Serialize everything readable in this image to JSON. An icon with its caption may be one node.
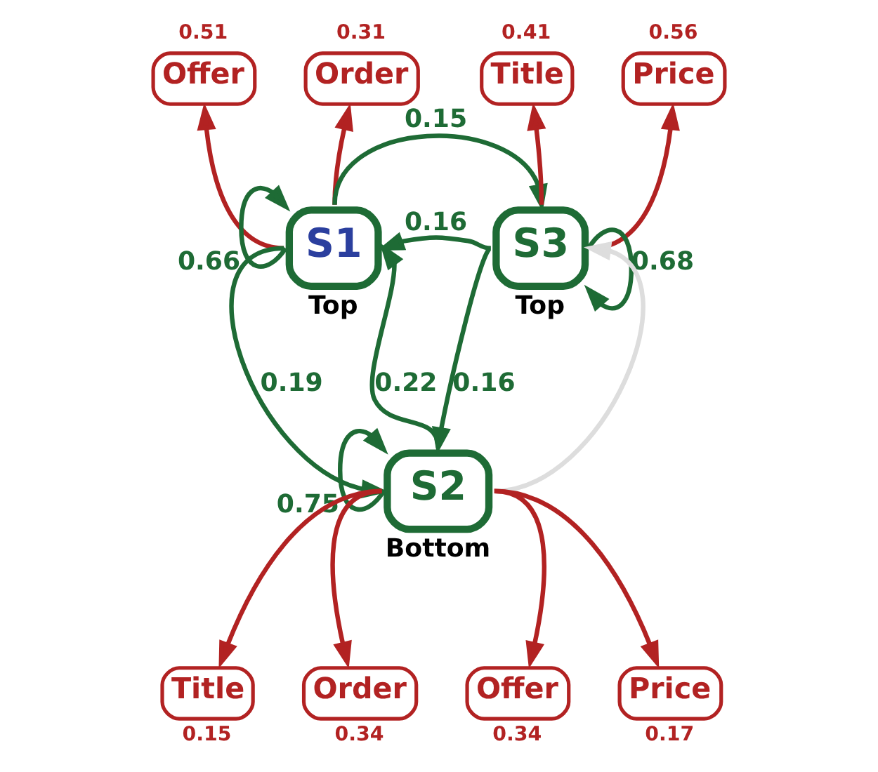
{
  "diagram": {
    "nodes": [
      {
        "text": [
          "Offer"
        ],
        "beside": [
          "0.51"
        ]
      },
      {
        "text": [
          "Order"
        ],
        "beside": [
          "0.31"
        ]
      },
      {
        "text": [
          "Title"
        ],
        "beside": [
          "0.41"
        ]
      },
      {
        "text": [
          "Price"
        ],
        "beside": [
          "0.56"
        ]
      },
      {
        "text": [
          "S1"
        ],
        "beside": [
          "Top"
        ]
      },
      {
        "text": [
          "S3"
        ],
        "beside": [
          "Top"
        ]
      },
      {
        "text": [
          "S2"
        ],
        "beside": [
          "Bottom"
        ]
      },
      {
        "text": [
          "Title"
        ],
        "beside": [
          "0.15"
        ]
      },
      {
        "text": [
          "Order"
        ],
        "beside": [
          "0.34"
        ]
      },
      {
        "text": [
          "Offer"
        ],
        "beside": [
          "0.34"
        ]
      },
      {
        "text": [
          "Price"
        ],
        "beside": [
          "0.17"
        ]
      }
    ],
    "edges": [
      {
        "from": 4,
        "to": 0,
        "arrow": "to",
        "color": "#b22222"
      },
      {
        "from": 4,
        "to": 1,
        "arrow": "to",
        "color": "#b22222"
      },
      {
        "from": 5,
        "to": 2,
        "arrow": "to",
        "color": "#b22222"
      },
      {
        "from": 5,
        "to": 3,
        "arrow": "to",
        "color": "#b22222"
      },
      {
        "from": 4,
        "to": 4,
        "arrow": "to",
        "label": "0.66",
        "color": "#1e6b35"
      },
      {
        "from": 4,
        "to": 5,
        "arrow": "to",
        "label": "0.15",
        "color": "#1e6b35"
      },
      {
        "from": 5,
        "to": 4,
        "arrow": "to",
        "label": "0.16",
        "color": "#1e6b35"
      },
      {
        "from": 5,
        "to": 5,
        "arrow": "to",
        "label": "0.68",
        "color": "#1e6b35"
      },
      {
        "from": 6,
        "to": 4,
        "arrow": "to",
        "label": "0.22",
        "color": "#1e6b35"
      },
      {
        "from": 4,
        "to": 6,
        "arrow": "to",
        "label": "0.19",
        "color": "#1e6b35"
      },
      {
        "from": 5,
        "to": 6,
        "arrow": "to",
        "label": "0.16",
        "color": "#1e6b35"
      },
      {
        "from": 6,
        "to": 5,
        "arrow": "to",
        "color": "#dddddd"
      },
      {
        "from": 6,
        "to": 6,
        "arrow": "to",
        "label": "0.75",
        "color": "#1e6b35"
      },
      {
        "from": 6,
        "to": 7,
        "arrow": "to",
        "color": "#b22222"
      },
      {
        "from": 6,
        "to": 8,
        "arrow": "to",
        "color": "#b22222"
      },
      {
        "from": 6,
        "to": 9,
        "arrow": "to",
        "color": "#b22222"
      },
      {
        "from": 6,
        "to": 10,
        "arrow": "to",
        "color": "#b22222"
      }
    ]
  }
}
